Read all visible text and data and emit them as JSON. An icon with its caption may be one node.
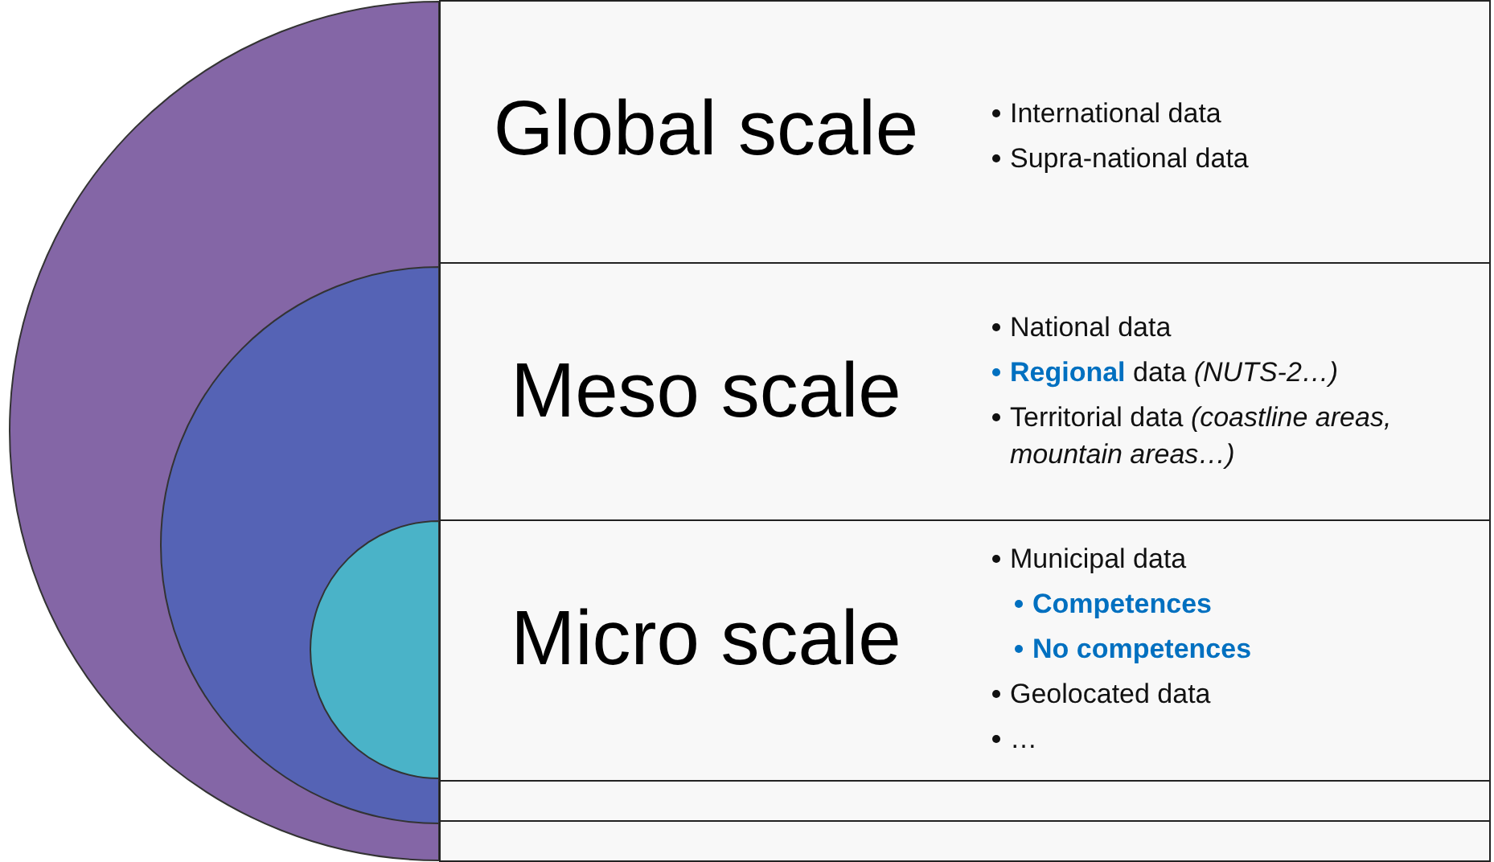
{
  "diagram": {
    "nodes": [
      {
        "text": [
          "Global scale",
          "International data",
          "Supra-national data"
        ]
      },
      {
        "text": [
          "Meso scale",
          "National data",
          "**Regional** data *(NUTS-2…)*",
          "Territorial data *(coastline areas, mountain areas…)*"
        ]
      },
      {
        "text": [
          "Micro scale",
          "Municipal data",
          "Competences",
          "No competences",
          "Geolocated data",
          "…"
        ]
      },
      {
        "text": [],
        "shape": "box"
      },
      {
        "text": [],
        "shape": "box"
      }
    ]
  }
}
